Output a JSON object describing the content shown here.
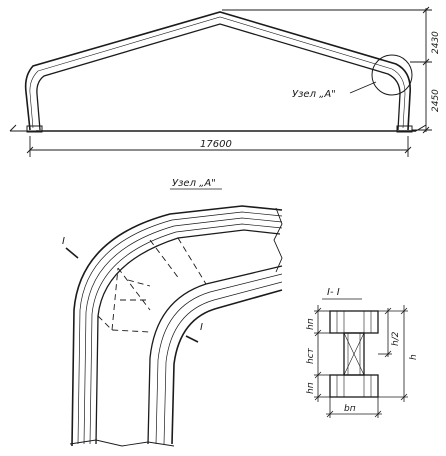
{
  "frame_drawing": {
    "span_dimension": "17600",
    "column_height_dimension": "2450",
    "knee_height_dimension": "2430",
    "node_callout": "Узел „А\""
  },
  "node_detail": {
    "title": "Узел „А\"",
    "section_mark": "I"
  },
  "section_view": {
    "title": "I- I",
    "dimensions": {
      "flange_top": "hп",
      "web": "hст",
      "flange_bottom": "hп",
      "half_height": "h/2",
      "height": "h",
      "width": "bп"
    }
  }
}
